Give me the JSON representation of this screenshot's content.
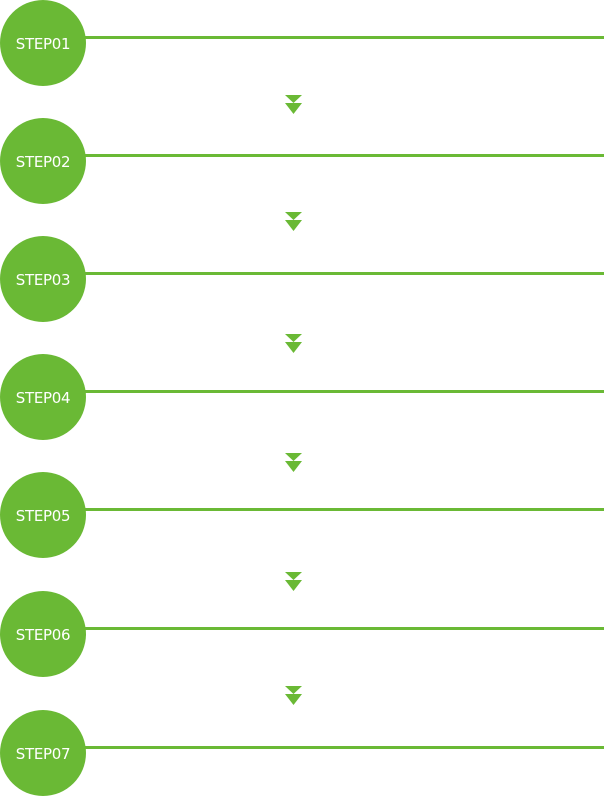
{
  "flow": {
    "accent_color": "#6ab935",
    "steps": [
      {
        "label": "STEP01"
      },
      {
        "label": "STEP02"
      },
      {
        "label": "STEP03"
      },
      {
        "label": "STEP04"
      },
      {
        "label": "STEP05"
      },
      {
        "label": "STEP06"
      },
      {
        "label": "STEP07"
      }
    ],
    "connector_icon": "double-chevron-down-icon"
  }
}
